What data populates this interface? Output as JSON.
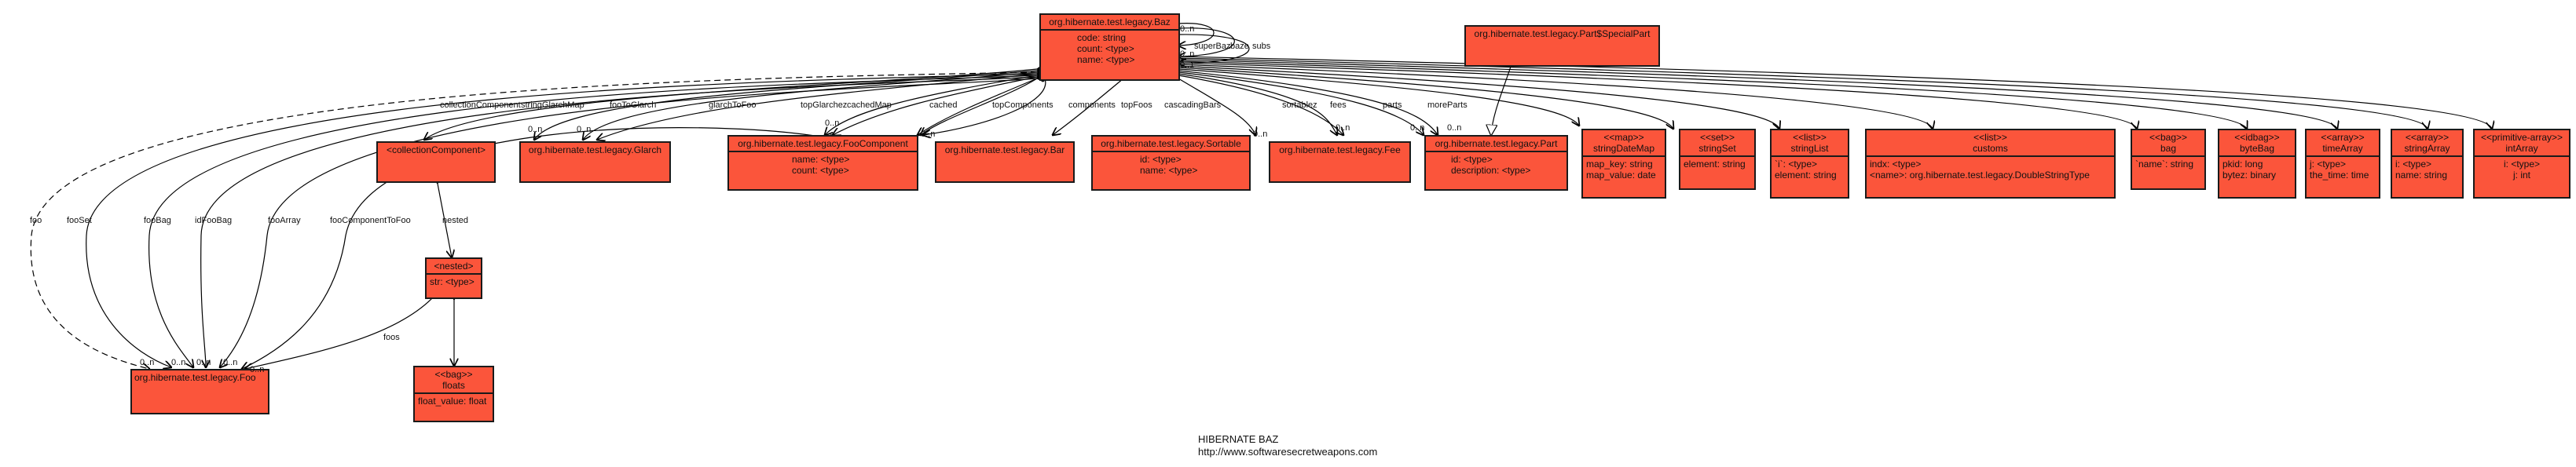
{
  "diagram": {
    "classes": {
      "baz": {
        "name": "org.hibernate.test.legacy.Baz",
        "attrs": [
          "code: string",
          "count: <type>",
          "name: <type>"
        ]
      },
      "specialpart": {
        "name": "org.hibernate.test.legacy.Part$SpecialPart",
        "attrs": []
      },
      "collectioncomponent": {
        "name": "<collectionComponent>",
        "attrs": []
      },
      "glarch": {
        "name": "org.hibernate.test.legacy.Glarch",
        "attrs": []
      },
      "foocomponent": {
        "name": "org.hibernate.test.legacy.FooComponent",
        "attrs": [
          "name: <type>",
          "count: <type>"
        ]
      },
      "bar": {
        "name": "org.hibernate.test.legacy.Bar",
        "attrs": []
      },
      "sortable": {
        "name": "org.hibernate.test.legacy.Sortable",
        "attrs": [
          "id: <type>",
          "name: <type>"
        ]
      },
      "fee": {
        "name": "org.hibernate.test.legacy.Fee",
        "attrs": []
      },
      "part": {
        "name": "org.hibernate.test.legacy.Part",
        "attrs": [
          "id: <type>",
          "description: <type>"
        ]
      },
      "stringdatemap": {
        "stereo": "<<map>>",
        "name": "stringDateMap",
        "attrs": [
          "map_key: string",
          "map_value: date"
        ]
      },
      "stringset": {
        "stereo": "<<set>>",
        "name": "stringSet",
        "attrs": [
          "element: string"
        ]
      },
      "stringlist": {
        "stereo": "<<list>>",
        "name": "stringList",
        "attrs": [
          "`i`: <type>",
          "element: string"
        ]
      },
      "customs": {
        "stereo": "<<list>>",
        "name": "customs",
        "attrs": [
          "indx: <type>",
          "<name>: org.hibernate.test.legacy.DoubleStringType"
        ]
      },
      "bag": {
        "stereo": "<<bag>>",
        "name": "bag",
        "attrs": [
          "`name`: string"
        ]
      },
      "bytebag": {
        "stereo": "<<idbag>>",
        "name": "byteBag",
        "attrs": [
          "pkid: long",
          "bytez: binary"
        ]
      },
      "timearray": {
        "stereo": "<<array>>",
        "name": "timeArray",
        "attrs": [
          "j: <type>",
          "the_time: time"
        ]
      },
      "stringarray": {
        "stereo": "<<array>>",
        "name": "stringArray",
        "attrs": [
          "i: <type>",
          "name: string"
        ]
      },
      "intarray": {
        "stereo": "<<primitive-array>>",
        "name": "intArray",
        "attrs": [
          "i: <type>",
          "j: int"
        ]
      },
      "nested": {
        "name": "<nested>",
        "attrs": [
          "str: <type>"
        ]
      },
      "floats": {
        "stereo": "<<bag>>",
        "name": "floats",
        "attrs": [
          "float_value: float"
        ]
      },
      "foo": {
        "name": "org.hibernate.test.legacy.Foo",
        "attrs": []
      }
    },
    "edge_labels": {
      "collectionComponent": "collectionComponent",
      "stringGlarchMap": "stringGlarchMap",
      "fooToGlarch": "fooToGlarch",
      "glarchToFoo": "glarchToFoo",
      "topGlarchez": "topGlarchez",
      "cachedMap": "cachedMap",
      "cached": "cached",
      "topComponents": "topComponents",
      "components": "components",
      "topFoos": "topFoos",
      "cascadingBars": "cascadingBars",
      "sortablez": "sortablez",
      "fees": "fees",
      "parts": "parts",
      "moreParts": "moreParts",
      "superBaz": "superBaz",
      "baze": "baze",
      "subs": "subs",
      "foo": "foo",
      "fooSet": "fooSet",
      "fooBag": "fooBag",
      "idFooBag": "idFooBag",
      "fooArray": "fooArray",
      "fooComponentToFoo": "fooComponentToFoo",
      "nested": "nested",
      "foos": "foos"
    },
    "multiplicities": {
      "many": "0..n",
      "optional": "0..1"
    }
  },
  "footer": {
    "title": "HIBERNATE BAZ",
    "url": "http://www.softwaresecretweapons.com"
  },
  "colors": {
    "box_fill": "#fb553b",
    "box_border": "#1a1a1a",
    "line": "#000000"
  }
}
